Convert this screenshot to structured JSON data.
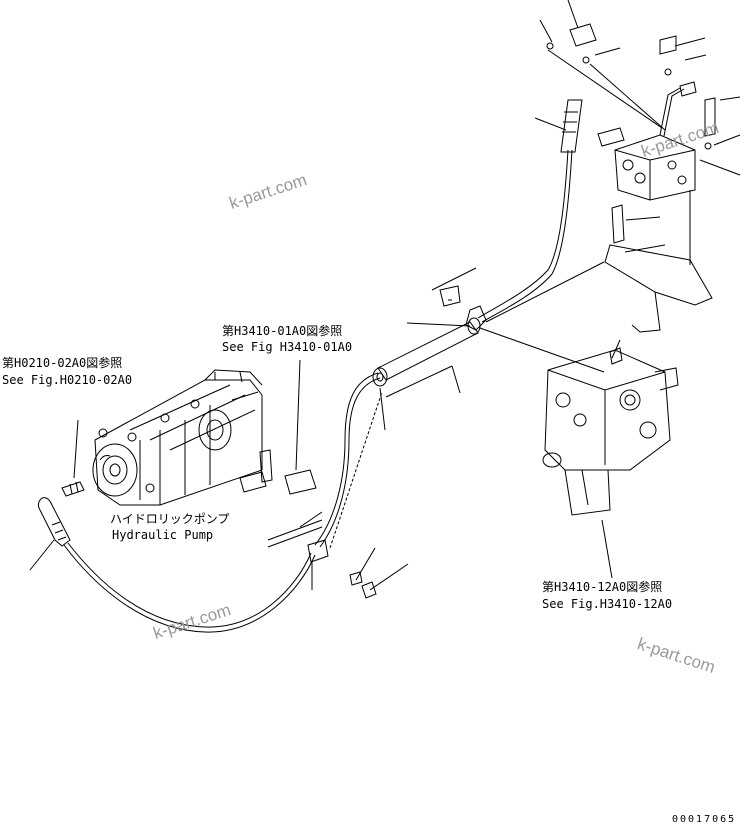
{
  "references": {
    "h0210": {
      "jp": "第H0210-02A0図参照",
      "en": "See Fig.H0210-02A0"
    },
    "h3410_01": {
      "jp": "第H3410-01A0図参照",
      "en": "See Fig H3410-01A0"
    },
    "h3410_12": {
      "jp": "第H3410-12A0図参照",
      "en": "See Fig.H3410-12A0"
    }
  },
  "pump_label": {
    "jp": "ハイドロリックポンプ",
    "en": "Hydraulic Pump"
  },
  "watermark": "k-part.com",
  "drawing_code": "00017065",
  "colors": {
    "line": "#000000",
    "watermark": "#9a9a9a",
    "background": "#ffffff"
  }
}
